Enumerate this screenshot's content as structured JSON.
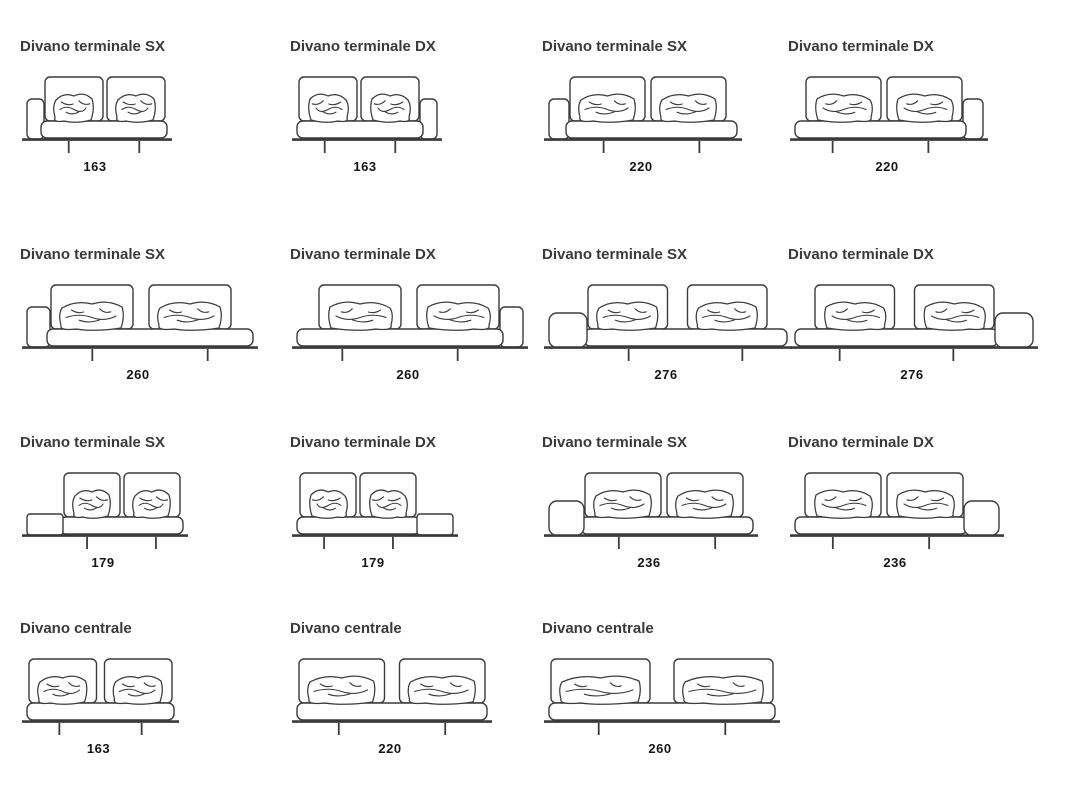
{
  "document": {
    "type": "sofa-specification-sheet",
    "language": "Italian",
    "unit_implied": "cm"
  },
  "colors": {
    "background": "#ffffff",
    "line": "#3b3b3b",
    "title_text": "#3a3a3a",
    "dimension_text": "#161616"
  },
  "rows": [
    {
      "items": [
        {
          "label": "Divano terminale SX",
          "dimension": "163",
          "side": "sx",
          "arm_style": "narrow"
        },
        {
          "label": "Divano terminale DX",
          "dimension": "163",
          "side": "dx",
          "arm_style": "narrow"
        },
        {
          "label": "Divano terminale SX",
          "dimension": "220",
          "side": "sx",
          "arm_style": "narrow"
        },
        {
          "label": "Divano terminale DX",
          "dimension": "220",
          "side": "dx",
          "arm_style": "narrow"
        }
      ]
    },
    {
      "items": [
        {
          "label": "Divano terminale SX",
          "dimension": "260",
          "side": "sx",
          "arm_style": "narrow"
        },
        {
          "label": "Divano terminale DX",
          "dimension": "260",
          "side": "dx",
          "arm_style": "narrow"
        },
        {
          "label": "Divano terminale SX",
          "dimension": "276",
          "side": "sx",
          "arm_style": "block"
        },
        {
          "label": "Divano terminale DX",
          "dimension": "276",
          "side": "dx",
          "arm_style": "block"
        }
      ]
    },
    {
      "items": [
        {
          "label": "Divano terminale SX",
          "dimension": "179",
          "side": "sx",
          "arm_style": "low-shelf"
        },
        {
          "label": "Divano terminale DX",
          "dimension": "179",
          "side": "dx",
          "arm_style": "low-shelf"
        },
        {
          "label": "Divano terminale SX",
          "dimension": "236",
          "side": "sx",
          "arm_style": "block"
        },
        {
          "label": "Divano terminale DX",
          "dimension": "236",
          "side": "dx",
          "arm_style": "block"
        }
      ]
    },
    {
      "items": [
        {
          "label": "Divano centrale",
          "dimension": "163",
          "side": "center",
          "arm_style": "none"
        },
        {
          "label": "Divano centrale",
          "dimension": "220",
          "side": "center",
          "arm_style": "none"
        },
        {
          "label": "Divano centrale",
          "dimension": "260",
          "side": "center",
          "arm_style": "none"
        }
      ]
    }
  ]
}
